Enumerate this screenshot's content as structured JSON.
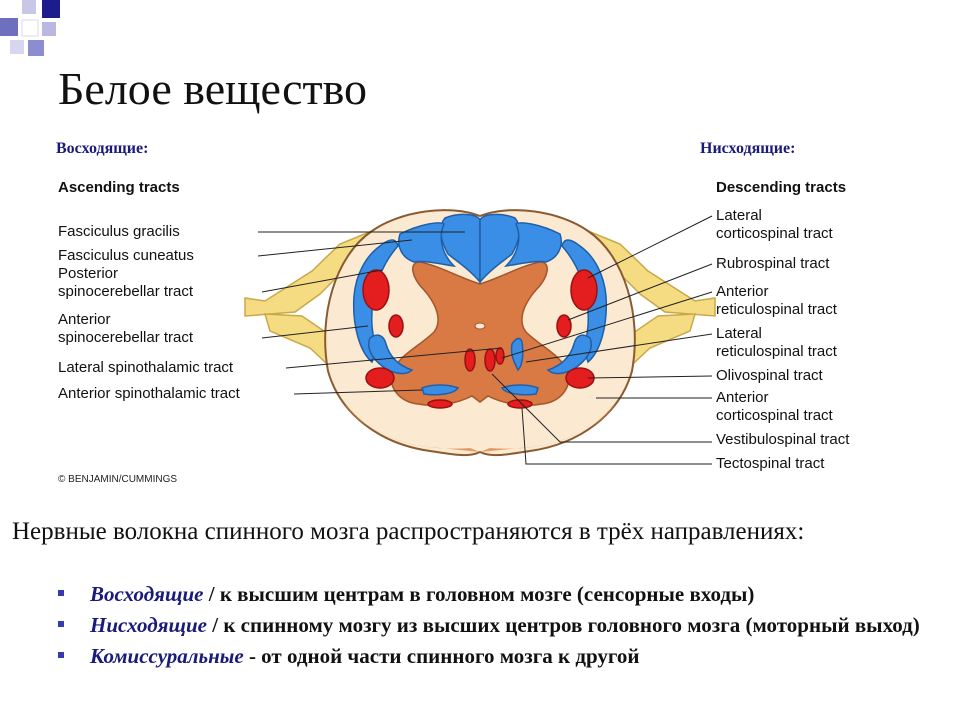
{
  "slide": {
    "title": "Белое вещество",
    "ascending_label": "Восходящие:",
    "descending_label": "Нисходящие:"
  },
  "diagram": {
    "ascending_header": "Ascending tracts",
    "descending_header": "Descending tracts",
    "ascending_tracts": [
      {
        "line1": "Fasciculus gracilis",
        "line2": ""
      },
      {
        "line1": "Fasciculus cuneatus",
        "line2": ""
      },
      {
        "line1": "Posterior",
        "line2": "spinocerebellar tract"
      },
      {
        "line1": "Anterior",
        "line2": "spinocerebellar tract"
      },
      {
        "line1": "Lateral spinothalamic tract",
        "line2": ""
      },
      {
        "line1": "Anterior spinothalamic tract",
        "line2": ""
      }
    ],
    "descending_tracts": [
      {
        "line1": "Lateral",
        "line2": "corticospinal tract"
      },
      {
        "line1": "Rubrospinal tract",
        "line2": ""
      },
      {
        "line1": "Anterior",
        "line2": "reticulospinal tract"
      },
      {
        "line1": "Lateral",
        "line2": "reticulospinal tract"
      },
      {
        "line1": "Olivospinal tract",
        "line2": ""
      },
      {
        "line1": "Anterior",
        "line2": "corticospinal tract"
      },
      {
        "line1": "Vestibulospinal tract",
        "line2": ""
      },
      {
        "line1": "Tectospinal tract",
        "line2": ""
      }
    ],
    "copyright": "© BENJAMIN/CUMMINGS",
    "colors": {
      "ascending": "#3a8ee6",
      "descending": "#e41e1e",
      "gray_matter": "#d97a45",
      "white_matter": "#fbe9d2",
      "nerve_root": "#f5dc82"
    }
  },
  "text": {
    "lead": "Нервные волокна спинного мозга распространяются в трёх направлениях:",
    "bullets": [
      {
        "term": "Восходящие",
        "rest": " / к высшим центрам в головном мозге (сенсорные входы)"
      },
      {
        "term": "Нисходящие",
        "rest": " / к спинному мозгу из высших центров головного мозга (моторный выход)"
      },
      {
        "term": "Комиссуральные",
        "rest": " - от одной части спинного мозга к другой"
      }
    ]
  }
}
